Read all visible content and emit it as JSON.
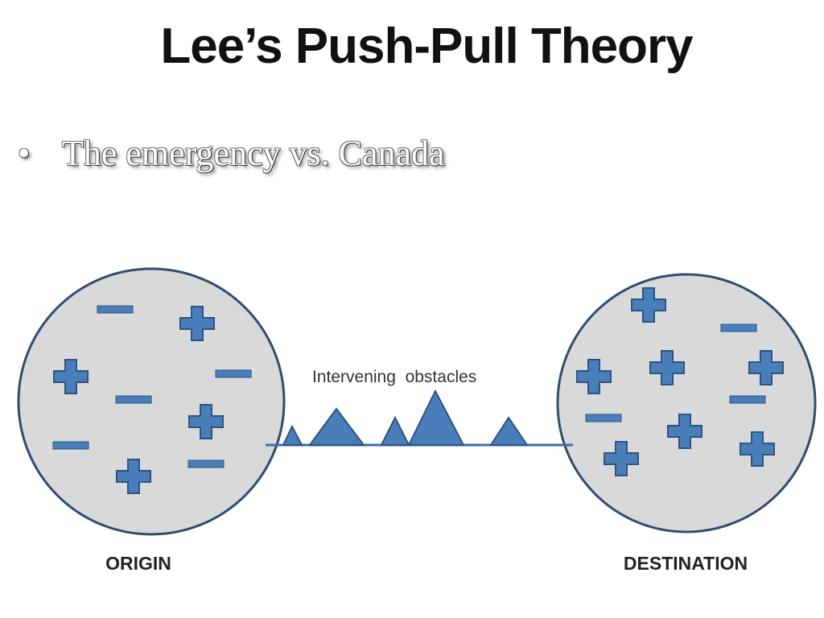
{
  "title": "Lee’s Push-Pull Theory",
  "bullets": [
    {
      "marker": "•",
      "text": "The emergency vs. Canada"
    }
  ],
  "diagram": {
    "obstacles_label": "Intervening  obstacles",
    "origin_label": "ORIGIN",
    "destination_label": "DESTINATION",
    "origin_plus_count": 4,
    "origin_minus_count": 5,
    "destination_plus_count": 7,
    "destination_minus_count": 3,
    "obstacle_count": 5,
    "colors": {
      "circle_fill": "#d9d9d9",
      "circle_stroke": "#2f4d72",
      "symbol_fill": "#4a7ebb",
      "symbol_stroke": "#2c5482"
    }
  }
}
